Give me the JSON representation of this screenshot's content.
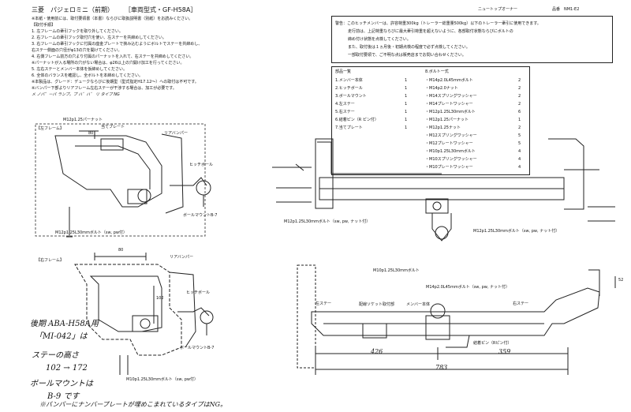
{
  "header": {
    "title": "三菱　パジェロミニ（前期）",
    "model_code": "［車両型式・GF-H58A］",
    "maker": "ニュートップオーナー",
    "product_no": "品番　NM1-E2"
  },
  "notes": {
    "lines": [
      "※本紙・使用前には、取付要領書（本書）ならびに取扱説明書（別紙）をお読みください。",
      "【取付手順】",
      "1. 左フレームの牽引フックを取り外してください。",
      "2. 右フレームの牽引フック取付穴を使い、左ステーを共締めしてください。",
      "3. 右フレームの牽引フックに付属の座金プレートで挟み込むようにボルトでステーを共締めし、",
      "   右ステー側面の穴径がφ13の穴を開けてください。",
      "4. 右側フレーム前方の穴より付属のパーナットを入れて、右ステーを共締めしてください。",
      "   ※パーナットが入る場所の穴がない場合は、φ26以上の穴開け加工を行ってください。",
      "5. 左右ステーとメンバー本体を仮締めしてください。",
      "6. 全体のバランスを確認し、全ボルトを本締めしてください。",
      "※本製品は、グレード：デュークならびに後期型（型式指定H17.12～）への取付は不可です。",
      "※バンパー下部よりリアフレーム左右ステーが干渉する場合は、加工が必要です。"
    ],
    "handwritten_line": "メ ノバ゛ーバ ランプ。プ ハ゛ハ゛ リ タイプ NG"
  },
  "warning": {
    "lines": [
      "警告：このヒッチメンバーは、許容荷重300kg（トレーラー総重量500kg）以下のトレーラー牽引に使用できます。",
      "走行前は、上記荷重ならびに最大牽引荷重を超えないように、各部取付状態ならびにボルトの",
      "締め付け状態を点検してください。",
      "また、取付後は１ヵ月後・初期点検の程度で必ず点検してください。",
      "一部取付要領で、ご不明な点は販売店までお問い合わせください。"
    ]
  },
  "parts_list": {
    "title": "部品一覧",
    "left_items": [
      {
        "name": "1.メンバー本体",
        "qty": "1"
      },
      {
        "name": "2.ヒッチボール",
        "qty": "1"
      },
      {
        "name": "3.ボールマウント",
        "qty": "1"
      },
      {
        "name": "4.左ステー",
        "qty": "1"
      },
      {
        "name": "5.右ステー",
        "qty": "1"
      },
      {
        "name": "6.結着ピン（R ピン付）",
        "qty": "1"
      },
      {
        "name": "7.当てプレート",
        "qty": "1"
      }
    ],
    "right_title": "8.ボルト一式",
    "right_items": [
      {
        "name": "・M14p2.0L45mmボルト",
        "qty": "2"
      },
      {
        "name": "・M14p2.0ナット",
        "qty": "2"
      },
      {
        "name": "・M14スプリングワッシャー",
        "qty": "2"
      },
      {
        "name": "・M14プレートワッシャー",
        "qty": "2"
      },
      {
        "name": "・M12p1.25L30mmボルト",
        "qty": "6"
      },
      {
        "name": "・M12p1.25パーナット",
        "qty": "1"
      },
      {
        "name": "・M12p1.25ナット",
        "qty": "2"
      },
      {
        "name": "・M12スプリングワッシャー",
        "qty": "5"
      },
      {
        "name": "・M12プレートワッシャー",
        "qty": "5"
      },
      {
        "name": "・M10p1.25L30mmボルト",
        "qty": "4"
      },
      {
        "name": "・M10スプリングワッシャー",
        "qty": "4"
      },
      {
        "name": "・M10プレートワッシャー",
        "qty": "4"
      }
    ]
  },
  "diagram_labels": {
    "left_frame": "【左フレーム】",
    "right_frame": "【右フレーム】",
    "bar_nut": "M12p1.25パーナット",
    "backing_plate": "当てプレート",
    "rear_bumper_1": "リアバンパー",
    "rear_bumper_2": "リアバンパー",
    "hitch_ball_1": "ヒッチボール",
    "hitch_ball_2": "ヒッチボール",
    "ball_mount_1": "ボールマウントB-7",
    "ball_mount_2": "ボールマウントB-7",
    "bolt_left1": "M12p1.25L30mmボルト（sw, pw付）",
    "bolt_left2": "M10p1.25L30mmボルト（sw, pw付）",
    "bolt_main_left": "M12p1.25L30mmボルト（sw, pw, ナット付）",
    "bolt_main_right": "M12p1.25L30mmボルト（sw, pw, ナット付）",
    "bolt_m10": "M10p1.25L30mmボルト",
    "bolt_m14": "M14p2.0L45mmボルト（sw, pw, ナット付）",
    "left_stay": "左ステー",
    "right_stay": "右ステー",
    "member_body": "メンバー本体",
    "socket": "配線ソケット取付部",
    "pin": "結着ピン（Rピン付）",
    "dim_80": "80",
    "dim_80b": "80",
    "dim_102": "102",
    "dim_52": "52",
    "dim_426": "426",
    "dim_359": "359",
    "dim_783": "783"
  },
  "handwritten": {
    "l1": "後期 ABA-H58A用",
    "l2": "「MI-042」は",
    "l3": "ステーの高さ",
    "l4": "102 → 172",
    "l5": "ボールマウントは",
    "l6": "B-9 です",
    "l7": "※バンパーにナンバープレートが埋めこまれているタイプはNG。"
  }
}
